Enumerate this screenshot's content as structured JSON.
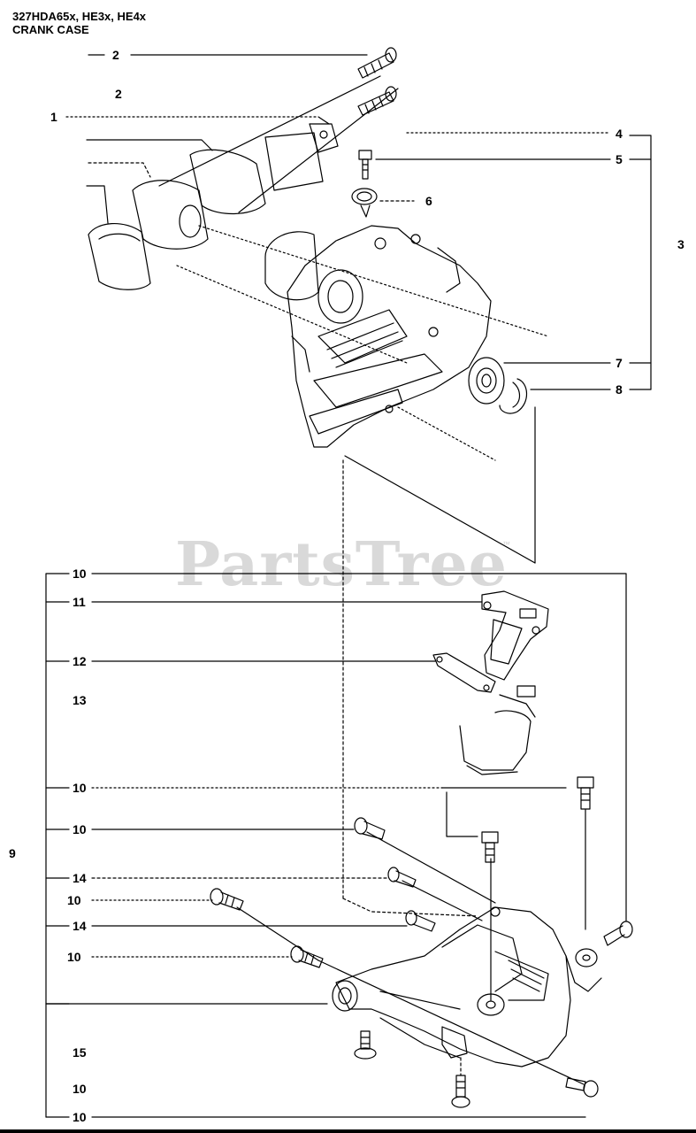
{
  "header": {
    "model_line": "327HDA65x, HE3x, HE4x",
    "section_title": "CRANK CASE"
  },
  "watermark": {
    "text": "PartsTree",
    "trademark": "™"
  },
  "callouts": {
    "c2a": "2",
    "c2b": "2",
    "c1": "1",
    "c4": "4",
    "c5": "5",
    "c6": "6",
    "c3": "3",
    "c7": "7",
    "c8": "8",
    "c10a": "10",
    "c11": "11",
    "c12": "12",
    "c13": "13",
    "c10b": "10",
    "c10c": "10",
    "c9": "9",
    "c14a": "14",
    "c10d": "10",
    "c14b": "14",
    "c10e": "10",
    "c15": "15",
    "c10f": "10",
    "c10g": "10"
  },
  "colors": {
    "line": "#000000",
    "watermark": "#d9d9d9"
  }
}
